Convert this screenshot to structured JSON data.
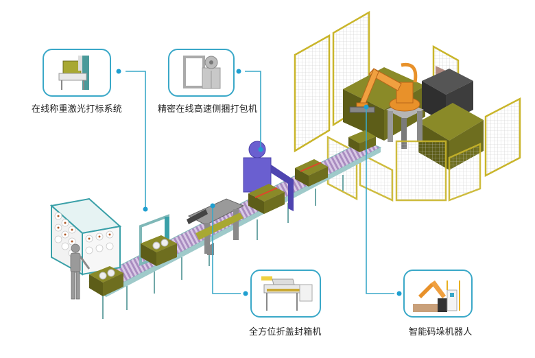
{
  "diagram": {
    "title": "",
    "accent_color": "#3aa8c8",
    "callouts": [
      {
        "id": "weighing",
        "label": "在线称重激光打标系统",
        "thumbnail": "weighing-laser-marking-machine"
      },
      {
        "id": "strapping",
        "label": "精密在线高速侧捆打包机",
        "thumbnail": "side-strapping-machine"
      },
      {
        "id": "sealing",
        "label": "全方位折盖封箱机",
        "thumbnail": "carton-folding-sealing-machine"
      },
      {
        "id": "palletizing",
        "label": "智能码垛机器人",
        "thumbnail": "palletizing-robot"
      }
    ],
    "scene_components": [
      "yarn-bobbin-rack",
      "operator-figure",
      "roller-conveyor",
      "weighing-station",
      "carton-sealer",
      "strapping-machine",
      "palletizing-robot-cell",
      "safety-fence"
    ],
    "colors": {
      "conveyor_rollers": "#b79cc9",
      "frame": "#7fb8b8",
      "carton": "#6b6b1e",
      "strap": "#e0452a",
      "strapper": "#6a5fd0",
      "robot": "#e8912a",
      "fence": "#c9b52a"
    }
  }
}
